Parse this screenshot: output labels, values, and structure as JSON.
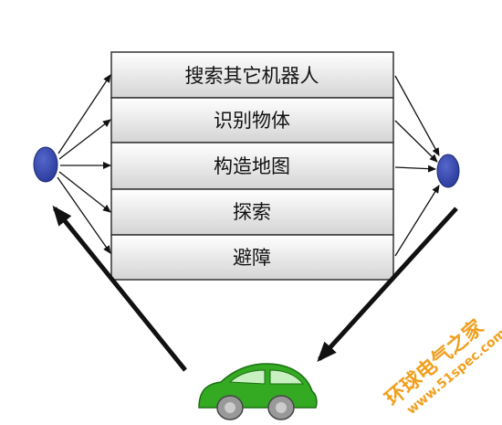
{
  "layers": [
    {
      "label": "搜索其它机器人"
    },
    {
      "label": "识别物体"
    },
    {
      "label": "构造地图"
    },
    {
      "label": "探索"
    },
    {
      "label": "避障"
    }
  ],
  "colors": {
    "layer_fill_top": "#ffffff",
    "layer_fill_bottom": "#d9d9d9",
    "node_fill": "#3344aa",
    "car_body": "#33aa22",
    "watermark": "#f0a020"
  },
  "icons": {
    "input_node": "sensor-node-icon",
    "output_node": "actuator-node-icon",
    "robot": "robot-car-icon"
  },
  "watermark": {
    "title": "环球电气之家",
    "url": "www.51spec.com"
  }
}
